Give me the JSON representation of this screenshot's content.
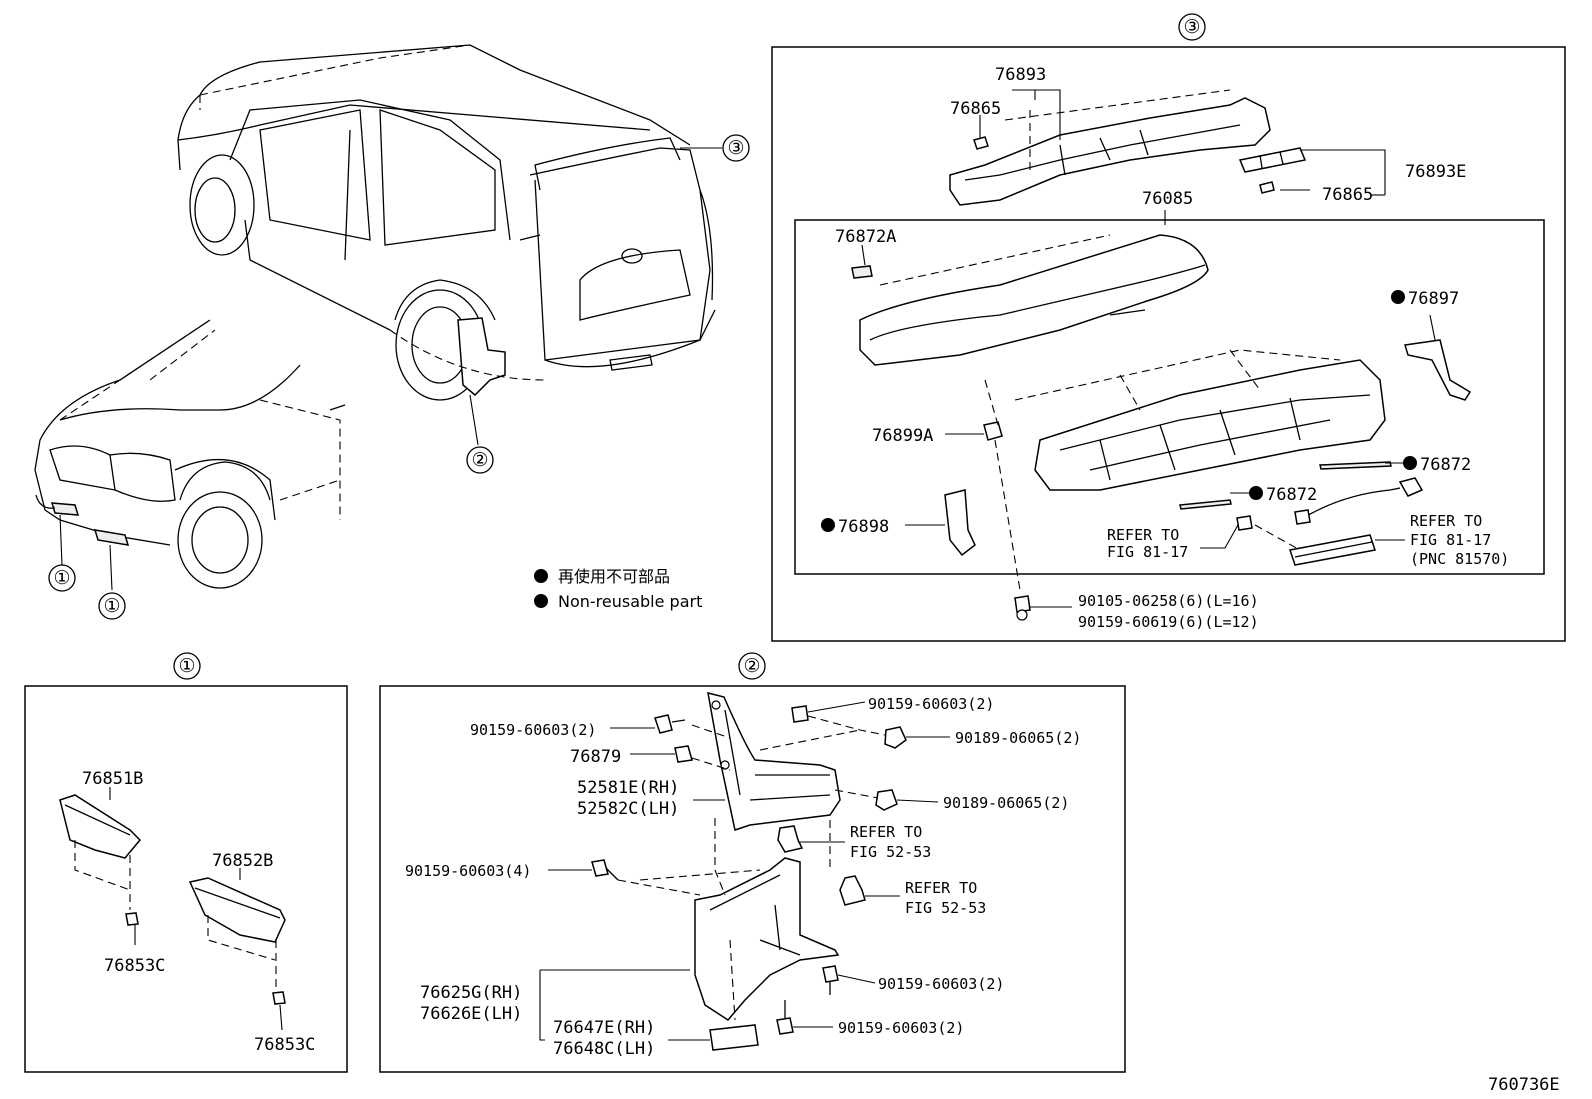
{
  "section_markers": {
    "s1": "①",
    "s2": "②",
    "s3": "③"
  },
  "legend": {
    "jp": "再使用不可部品",
    "en": "Non-reusable part"
  },
  "figure_id": "760736E",
  "section3": {
    "p76893": "76893",
    "p76865a": "76865",
    "p76865b": "76865",
    "p76893E": "76893E",
    "p76085": "76085",
    "p76872A": "76872A",
    "p76897": "76897",
    "p76899A": "76899A",
    "p76872a": "76872",
    "p76872b": "76872",
    "p76898": "76898",
    "refer_left_1": "REFER TO",
    "refer_left_2": "FIG 81-17",
    "refer_right_1": "REFER TO",
    "refer_right_2": "FIG 81-17",
    "refer_right_3": "(PNC 81570)",
    "bolt1": "90105-06258(6)(L=16)",
    "bolt2": "90159-60619(6)(L=12)"
  },
  "section1": {
    "p76851B": "76851B",
    "p76852B": "76852B",
    "p76853C_a": "76853C",
    "p76853C_b": "76853C"
  },
  "section2": {
    "s_a": "90159-60603(2)",
    "s_b": "90159-60603(2)",
    "p76879": "76879",
    "c_a": "90189-06065(2)",
    "c_b": "90189-06065(2)",
    "p52581E": "52581E(RH)",
    "p52582C": "52582C(LH)",
    "refer_a1": "REFER TO",
    "refer_a2": "FIG 52-53",
    "s_c": "90159-60603(4)",
    "refer_b1": "REFER TO",
    "refer_b2": "FIG 52-53",
    "s_d": "90159-60603(2)",
    "p76625G": "76625G(RH)",
    "p76626E": "76626E(LH)",
    "s_e": "90159-60603(2)",
    "p76647E": "76647E(RH)",
    "p76648C": "76648C(LH)"
  }
}
